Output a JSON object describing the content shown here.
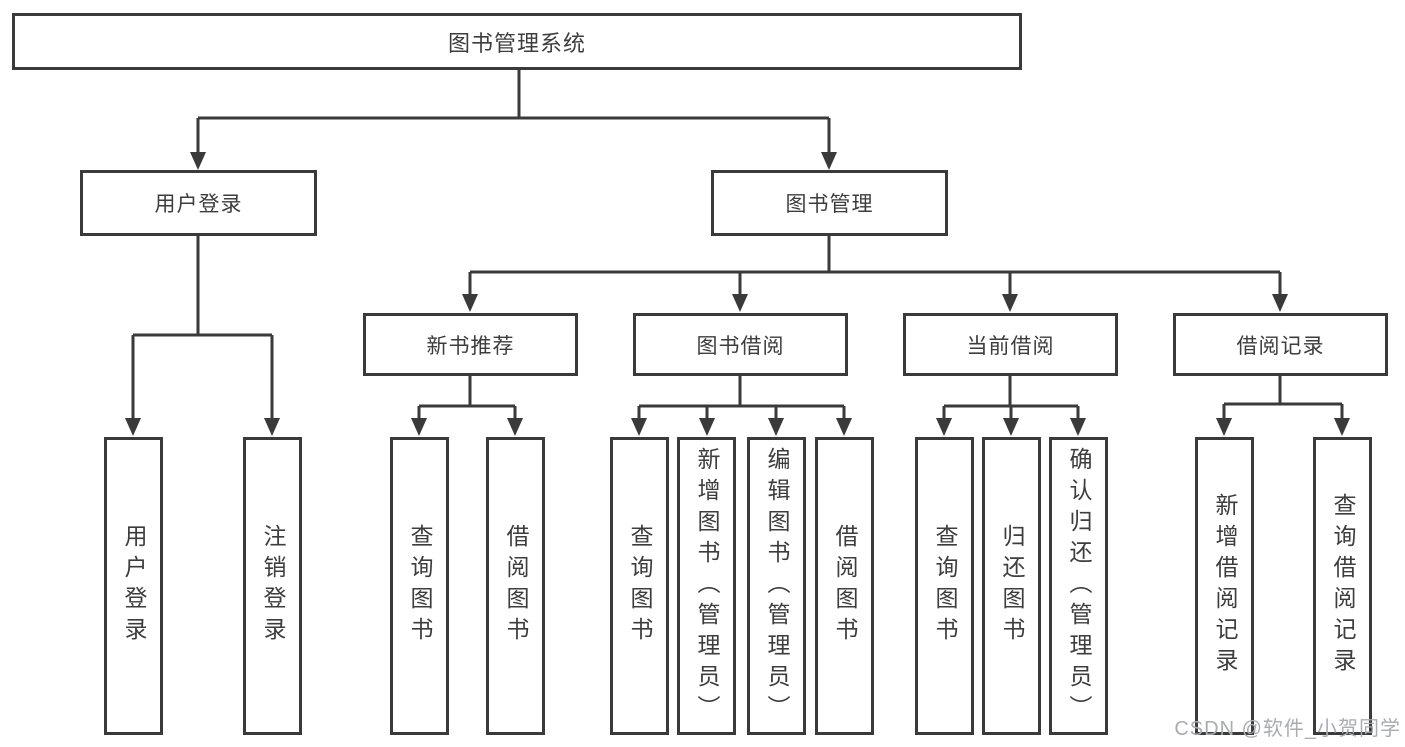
{
  "tree": {
    "label": "图书管理系统",
    "children": [
      {
        "label": "用户登录",
        "children": [
          {
            "label": "用户登录"
          },
          {
            "label": "注销登录"
          }
        ]
      },
      {
        "label": "图书管理",
        "children": [
          {
            "label": "新书推荐",
            "children": [
              {
                "label": "查询图书"
              },
              {
                "label": "借阅图书"
              }
            ]
          },
          {
            "label": "图书借阅",
            "children": [
              {
                "label": "查询图书"
              },
              {
                "label": "新增图书（管理员）"
              },
              {
                "label": "编辑图书（管理员）"
              },
              {
                "label": "借阅图书"
              }
            ]
          },
          {
            "label": "当前借阅",
            "children": [
              {
                "label": "查询图书"
              },
              {
                "label": "归还图书"
              },
              {
                "label": "确认归还（管理员）"
              }
            ]
          },
          {
            "label": "借阅记录",
            "children": [
              {
                "label": "新增借阅记录"
              },
              {
                "label": "查询借阅记录"
              }
            ]
          }
        ]
      }
    ]
  },
  "watermark": {
    "text": "CSDN @软件_小贺同学"
  },
  "colors": {
    "line": "#3a3a3a",
    "text": "#3d3d3d",
    "watermark": "#a9acb0"
  }
}
